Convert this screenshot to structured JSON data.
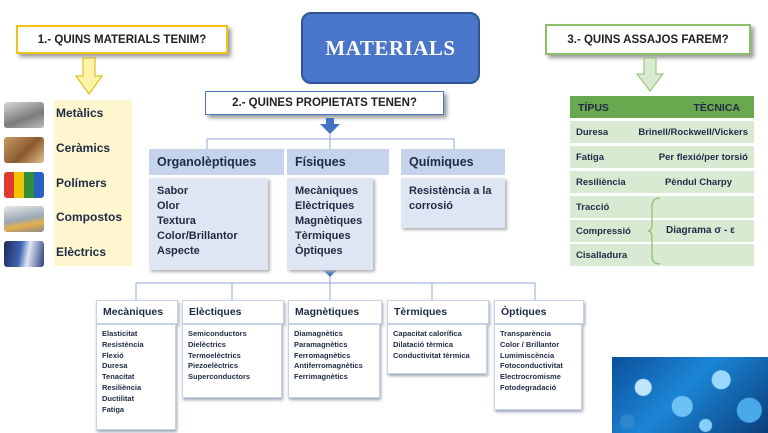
{
  "title": "MATERIALS",
  "q1": "1.- QUINS MATERIALS TENIM?",
  "q2": "2.- QUINES PROPIETATS TENEN?",
  "q3": "3.- QUINS ASSAJOS FAREM?",
  "materials": [
    "Metàlics",
    "Ceràmics",
    "Polímers",
    "Compostos",
    "Elèctrics"
  ],
  "categories": [
    {
      "head": "Organolèptiques",
      "items": [
        "Sabor",
        "Olor",
        "Textura",
        "Color/Brillantor",
        "Aspecte"
      ]
    },
    {
      "head": "Físiques",
      "items": [
        "Mecàniques",
        "Elèctriques",
        "Magnètiques",
        "Tèrmiques",
        "Òptiques"
      ]
    },
    {
      "head": "Químiques",
      "items": [
        "Resistència a la",
        "corrosió"
      ]
    }
  ],
  "subcategories": [
    {
      "head": "Mecàniques",
      "items": [
        "Elasticitat",
        "Resistència",
        "Flexió",
        "Duresa",
        "Tenacitat",
        "Resiliència",
        "Ductilitat",
        "Fatiga"
      ]
    },
    {
      "head": "Elèctiques",
      "items": [
        "Semiconductors",
        "Dielèctrics",
        "Termoelèctrics",
        "Piezoelèctrics",
        "Superconductors"
      ]
    },
    {
      "head": "Magnètiques",
      "items": [
        "Diamagnètics",
        "Paramagnètics",
        "Ferromagnètics",
        "Antiferromagnètics",
        "Ferrimagnètics"
      ]
    },
    {
      "head": "Tèrmiques",
      "items": [
        "Capacitat calorífica",
        "Dilatació tèrmica",
        "Conductivitat tèrmica"
      ]
    },
    {
      "head": "Òptiques",
      "items": [
        "Transparència",
        "Color / Brillantor",
        "Lumimiscència",
        "Fotoconductivitat",
        "Electrocromisme",
        "Fotodegradació"
      ]
    }
  ],
  "tests": {
    "header": {
      "type": "TÍPUS",
      "technique": "TÈCNICA"
    },
    "rows": [
      {
        "type": "Duresa",
        "technique": "Brinell/Rockwell/Vickers"
      },
      {
        "type": "Fatiga",
        "technique": "Per flexió/per torsió"
      },
      {
        "type": "Resiliència",
        "technique": "Pèndul Charpy"
      },
      {
        "type": "Tracció",
        "technique": ""
      },
      {
        "type": "Compressió",
        "technique": ""
      },
      {
        "type": "Cisalladura",
        "technique": ""
      }
    ],
    "grouped_technique": "Diagrama σ - ε"
  },
  "colors": {
    "title_bg": "#4a76c9",
    "q_border": "#f3c21a",
    "q3_border": "#8ac06a",
    "arrow_blue": "#4472c4",
    "table_head": "#6aa84f",
    "table_row": "#d9ead3"
  }
}
